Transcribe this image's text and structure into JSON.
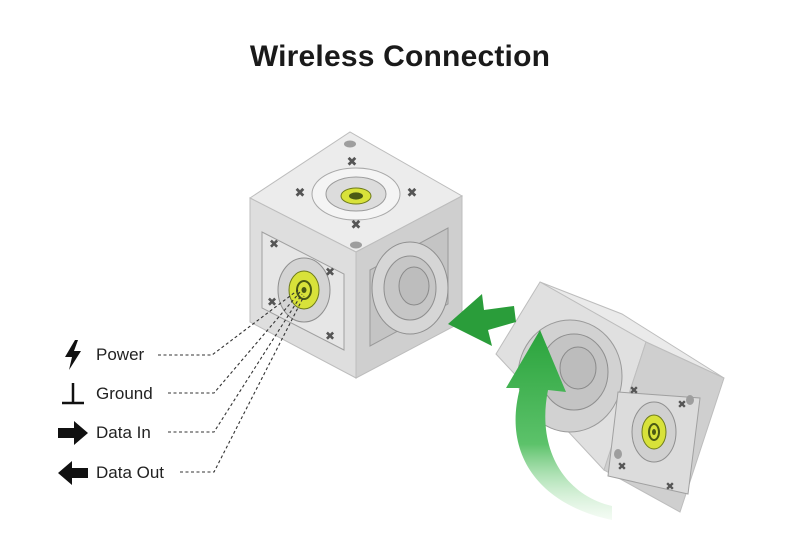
{
  "title": "Wireless Connection",
  "legend": [
    {
      "icon": "lightning-bolt-icon",
      "label": "Power"
    },
    {
      "icon": "ground-symbol-icon",
      "label": "Ground"
    },
    {
      "icon": "arrow-right-icon",
      "label": "Data In"
    },
    {
      "icon": "arrow-left-icon",
      "label": "Data Out"
    }
  ],
  "colors": {
    "arrow_green": "#2a9d3a",
    "cube_face_light": "#ececec",
    "cube_face_mid": "#dadada",
    "cube_face_dark": "#c9c9c9",
    "connector_yellow": "#d8e23a"
  }
}
